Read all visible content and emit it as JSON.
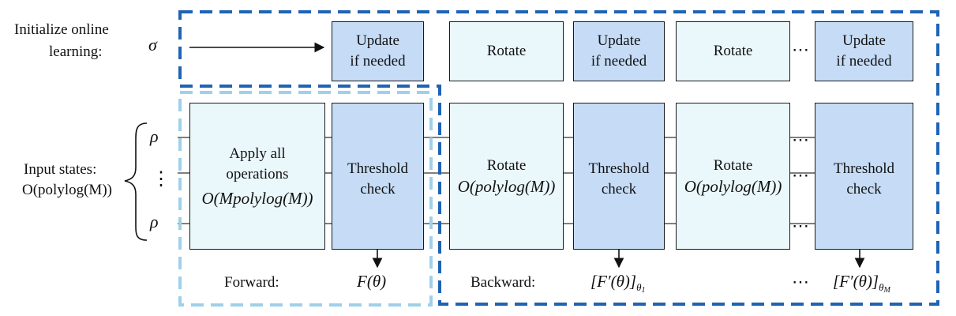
{
  "labels": {
    "init_line1": "Initialize online",
    "init_line2": "learning:",
    "sigma": "σ",
    "input_line1": "Input states:",
    "input_line2": "O(polylog(M))",
    "rho": "ρ",
    "vdots": "⋮"
  },
  "top_row": {
    "update_line1": "Update",
    "update_line2": "if needed",
    "rotate": "Rotate",
    "dots": "⋯"
  },
  "main_row": {
    "apply_line1": "Apply all",
    "apply_line2": "operations",
    "apply_cost": "O(Mpolylog(M))",
    "threshold_line1": "Threshold",
    "threshold_line2": "check",
    "rotate": "Rotate",
    "rotate_cost": "O(polylog(M))",
    "dots": "⋯"
  },
  "bottom_row": {
    "forward_label": "Forward:",
    "forward_output": "F(θ)",
    "backward_label": "Backward:",
    "grad_first_main": "[F′(θ)]",
    "grad_first_sub": "θ",
    "grad_first_subsub": "1",
    "grad_last_main": "[F′(θ)]",
    "grad_last_sub": "θ",
    "grad_last_subsub": "M",
    "dots": "⋯"
  },
  "colors": {
    "dark_dash": "#1f63b5",
    "light_dash": "#9fd0ea",
    "box_light": "#eaf7fb",
    "box_blue": "#c6dcf6"
  }
}
